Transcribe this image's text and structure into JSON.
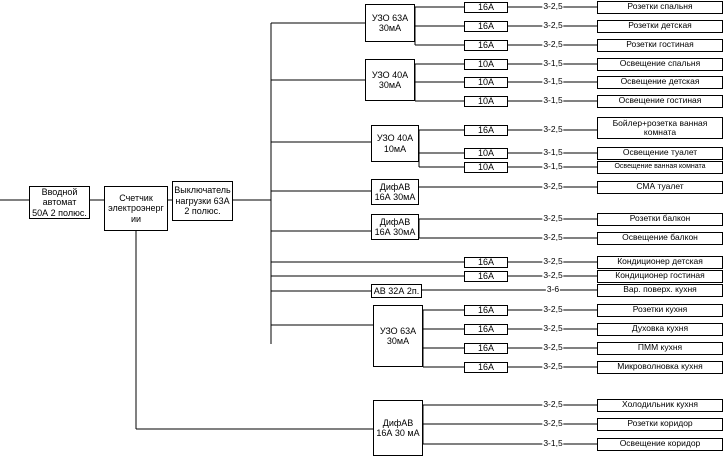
{
  "main_breaker": "Вводной\nавтомат\n50А 2 полюс.",
  "meter": "Счетчик\nэлектроэнерг\nии",
  "load_switch": "Выключатель\nнагрузки 63А\n2 полюс.",
  "groups": [
    {
      "device": "УЗО 63А\n30мА",
      "circuits": [
        {
          "breaker": "16А",
          "cable": "3-2,5",
          "load": "Розетки спальня"
        },
        {
          "breaker": "16А",
          "cable": "3-2,5",
          "load": "Розетки детская"
        },
        {
          "breaker": "16А",
          "cable": "3-2,5",
          "load": "Розетки гостиная"
        }
      ]
    },
    {
      "device": "УЗО 40А\n30мА",
      "circuits": [
        {
          "breaker": "10А",
          "cable": "3-1,5",
          "load": "Освещение спальня"
        },
        {
          "breaker": "10А",
          "cable": "3-1,5",
          "load": "Освещение детская"
        },
        {
          "breaker": "10А",
          "cable": "3-1,5",
          "load": "Освещение гостиная"
        }
      ]
    },
    {
      "device": "УЗО 40А\n10мА",
      "circuits": [
        {
          "breaker": "16А",
          "cable": "3-2,5",
          "load": "Бойлер+розетка ванная\nкомната"
        },
        {
          "breaker": "10А",
          "cable": "3-1,5",
          "load": "Освещение туалет"
        },
        {
          "breaker": "10А",
          "cable": "3-1,5",
          "load": "Освещение ванная комната"
        }
      ]
    },
    {
      "device": "ДифАВ\n16А 30мА",
      "circuits": [
        {
          "breaker": "",
          "cable": "3-2,5",
          "load": "СМА туалет"
        }
      ]
    },
    {
      "device": "ДифАВ\n16А 30мА",
      "circuits": [
        {
          "breaker": "",
          "cable": "3-2,5",
          "load": "Розетки балкон"
        },
        {
          "breaker": "",
          "cable": "3-2,5",
          "load": "Освещение балкон"
        }
      ]
    },
    {
      "device": "",
      "circuits": [
        {
          "breaker": "16А",
          "cable": "3-2,5",
          "load": "Кондиционер детская"
        }
      ]
    },
    {
      "device": "",
      "circuits": [
        {
          "breaker": "16А",
          "cable": "3-2,5",
          "load": "Кондиционер гостиная"
        }
      ]
    },
    {
      "device": "АВ 32А 2п.",
      "circuits": [
        {
          "breaker": "",
          "cable": "3-6",
          "load": "Вар. поверх. кухня"
        }
      ]
    },
    {
      "device": "УЗО 63А\n30мА",
      "circuits": [
        {
          "breaker": "16А",
          "cable": "3-2,5",
          "load": "Розетки кухня"
        },
        {
          "breaker": "16А",
          "cable": "3-2,5",
          "load": "Духовка кухня"
        },
        {
          "breaker": "16А",
          "cable": "3-2,5",
          "load": "ПММ кухня"
        },
        {
          "breaker": "16А",
          "cable": "3-2,5",
          "load": "Микроволновка кухня"
        }
      ]
    },
    {
      "device": "ДифАВ\n16А 30 мА",
      "circuits": [
        {
          "breaker": "",
          "cable": "3-2,5",
          "load": "Холодильник кухня"
        },
        {
          "breaker": "",
          "cable": "3-2,5",
          "load": "Розетки коридор"
        },
        {
          "breaker": "",
          "cable": "3-1,5",
          "load": "Освещение коридор"
        }
      ]
    }
  ]
}
